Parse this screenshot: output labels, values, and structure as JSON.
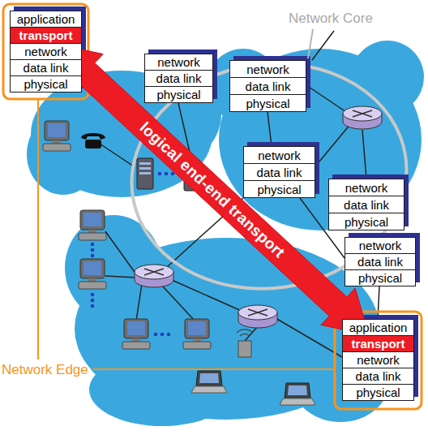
{
  "diagram": {
    "nodes": [
      {
        "text": [
          "application"
        ]
      },
      {
        "text": [
          "transport"
        ]
      },
      {
        "text": [
          "network"
        ]
      },
      {
        "text": [
          "data link"
        ]
      },
      {
        "text": [
          "physical"
        ]
      },
      {
        "text": [
          "network"
        ]
      },
      {
        "text": [
          "data link"
        ]
      },
      {
        "text": [
          "physical"
        ]
      },
      {
        "text": [
          "network"
        ]
      },
      {
        "text": [
          "data link"
        ]
      },
      {
        "text": [
          "physical"
        ]
      },
      {
        "text": [
          "network"
        ]
      },
      {
        "text": [
          "data link"
        ]
      },
      {
        "text": [
          "physical"
        ]
      },
      {
        "text": [
          "network"
        ]
      },
      {
        "text": [
          "data link"
        ]
      },
      {
        "text": [
          "physical"
        ]
      },
      {
        "text": [
          "network"
        ]
      },
      {
        "text": [
          "data link"
        ]
      },
      {
        "text": [
          "physical"
        ]
      },
      {
        "text": [
          "application"
        ]
      },
      {
        "text": [
          "transport"
        ]
      },
      {
        "text": [
          "network"
        ]
      },
      {
        "text": [
          "data link"
        ]
      },
      {
        "text": [
          "physical"
        ]
      }
    ],
    "edges": [
      {
        "from": 1,
        "to": 21,
        "arrow": "both",
        "label": "logical end-end transport"
      }
    ],
    "labels": [
      "Network Core",
      "Network Edge"
    ]
  }
}
